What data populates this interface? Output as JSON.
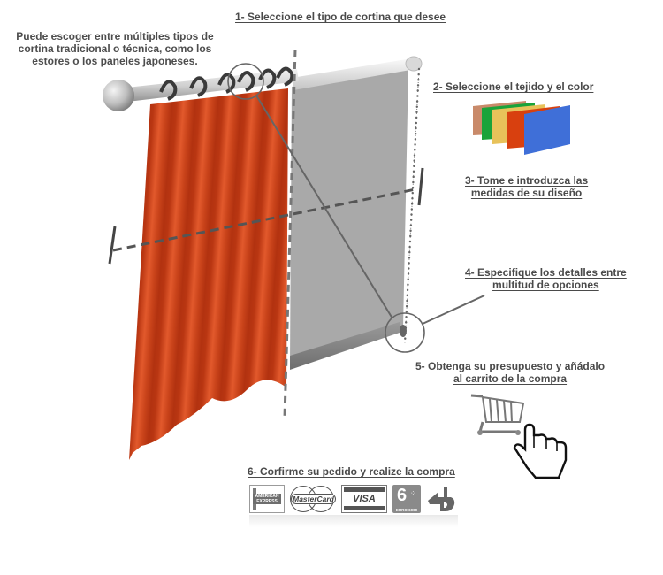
{
  "intro_text": "Puede escoger entre múltiples tipos de cortina tradicional o técnica, como los estores o los paneles japoneses.",
  "steps": [
    {
      "number": "1",
      "lines": [
        "1- Seleccione el tipo de cortina que desee"
      ]
    },
    {
      "number": "2",
      "lines": [
        "2- Seleccione el tejido y el color"
      ]
    },
    {
      "number": "3",
      "lines": [
        "3- Tome e introduzca las",
        "medidas de su diseño"
      ]
    },
    {
      "number": "4",
      "lines": [
        "4- Especifique los detalles entre",
        "multitud de opciones"
      ]
    },
    {
      "number": "5",
      "lines": [
        "5- Obtenga su presupuesto y añádalo",
        "al carrito de la compra"
      ]
    },
    {
      "number": "6",
      "lines": [
        "6- Corfirme su pedido y realize la compra"
      ]
    }
  ],
  "payment_methods": [
    {
      "name": "American Express",
      "label": "AMERICAN EXPRESS"
    },
    {
      "name": "MasterCard",
      "label": "MasterCard"
    },
    {
      "name": "Visa",
      "label": "VISA"
    },
    {
      "name": "Euro 6000",
      "label": "EURO 6000"
    },
    {
      "name": "4B",
      "label": "4B"
    }
  ],
  "fabric_swatches": [
    {
      "name": "brown-pattern",
      "color": "#c98a6a"
    },
    {
      "name": "green-stripes",
      "color": "#1aa33a"
    },
    {
      "name": "yellow-wood",
      "color": "#e8c25a"
    },
    {
      "name": "red-stripes",
      "color": "#d8400f"
    },
    {
      "name": "blue-texture",
      "color": "#3f6fd8"
    }
  ],
  "colors": {
    "curtain": "#d3461c",
    "blind": "#a8a8a8",
    "text": "#4a4a4a",
    "rod": "#c8c8c8"
  }
}
